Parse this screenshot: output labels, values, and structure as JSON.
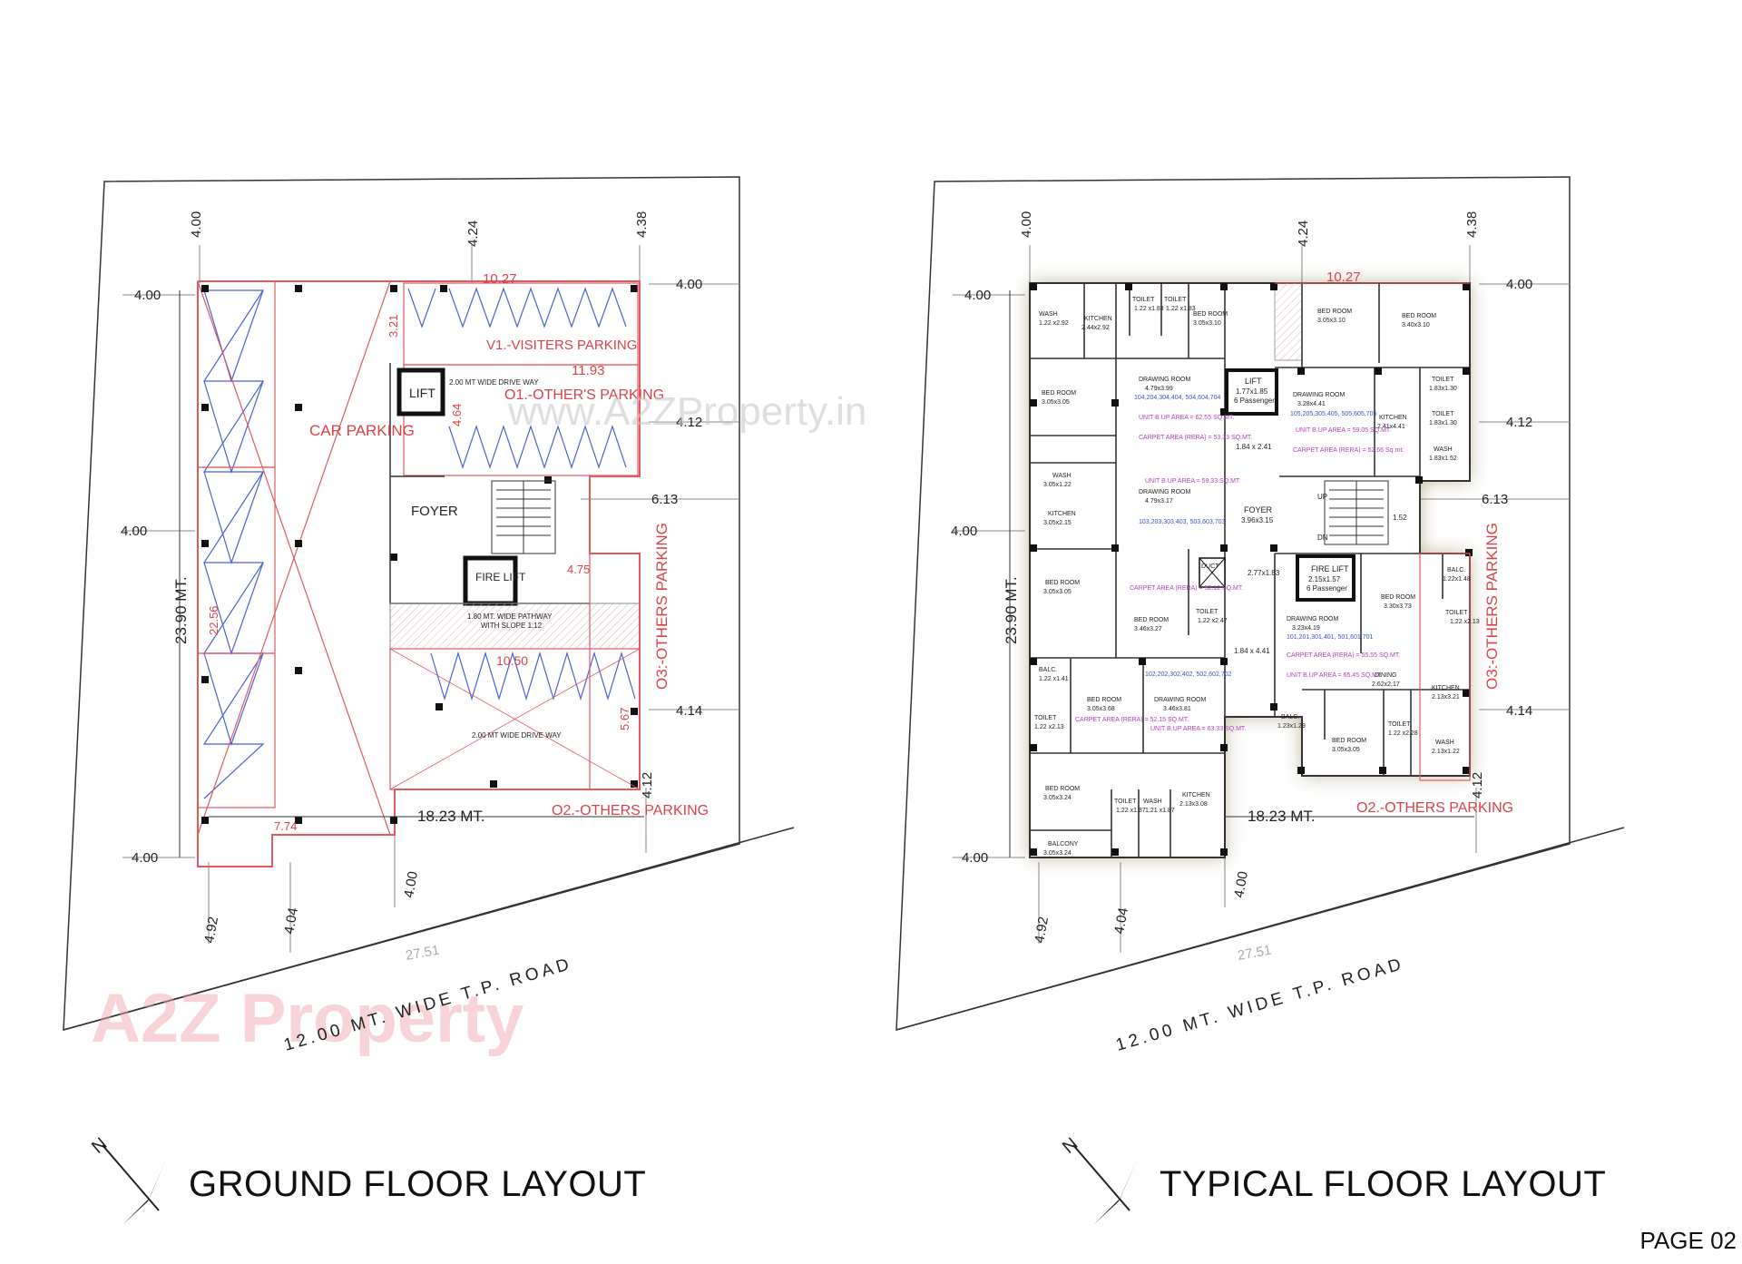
{
  "watermark": {
    "site": "www.A2ZProperty.in",
    "brand": "A2Z Property"
  },
  "road": {
    "label": "12.00 MT. WIDE T.P. ROAD",
    "length": "27.51"
  },
  "page_number": "PAGE 02",
  "ground_floor": {
    "title": "GROUND FLOOR LAYOUT",
    "north_label": "N",
    "depth": "23.90 MT.",
    "width": "18.23 MT.",
    "setbacks": {
      "top_left": "4.00",
      "top_mid": "4.24",
      "top_right": "4.38",
      "left_top": "4.00",
      "left_mid": "4.00",
      "left_bottom": "4.00",
      "right_top": "4.00",
      "right_2": "4.12",
      "right_3": "6.13",
      "right_4": "4.14",
      "right_5": "4.12",
      "bottom_1": "4.92",
      "bottom_2": "4.04",
      "bottom_3": "4.00"
    },
    "labels": {
      "car_parking": "CAR PARKING",
      "v1": "V1.-VISITERS PARKING",
      "o1": "O1.-OTHER'S PARKING",
      "o2": "O2.-OTHERS PARKING",
      "o3": "O3:-OTHERS PARKING",
      "lift": "LIFT",
      "fire_lift": "FIRE LIFT",
      "foyer": "FOYER",
      "drive_top": "2.00 MT WIDE DRIVE WAY",
      "drive_bottom": "2.00 MT WIDE DRIVE WAY",
      "pathway": "1.80 MT. WIDE PATHWAY",
      "slope": "WITH SLOPE 1:12",
      "dim_1027": "10.27",
      "dim_1193": "11.93",
      "dim_321": "3.21",
      "dim_464": "4.64",
      "dim_2256": "22.56",
      "dim_475": "4.75",
      "dim_1050": "10.50",
      "dim_567": "5.67",
      "dim_774": "7.74"
    }
  },
  "typical_floor": {
    "title": "TYPICAL FLOOR LAYOUT",
    "north_label": "N",
    "depth": "23.90 MT.",
    "width": "18.23 MT.",
    "setbacks": {
      "top_left": "4.00",
      "top_mid": "4.24",
      "top_right": "4.38",
      "left_top": "4.00",
      "left_mid": "4.00",
      "left_bottom": "4.00",
      "right_top": "4.00",
      "right_2": "4.12",
      "right_3": "6.13",
      "right_4": "4.14",
      "right_5": "4.12",
      "bottom_1": "4.92",
      "bottom_2": "4.04",
      "bottom_3": "4.00"
    },
    "labels": {
      "o2": "O2.-OTHERS PARKING",
      "o3": "O3:-OTHERS PARKING",
      "dim_1027": "10.27",
      "lift": "LIFT",
      "lift_dim": "1.77x1.85",
      "passenger": "6 Passenger",
      "fire_lift": "FIRE LIFT",
      "fire_lift_dim": "2.15x1.57",
      "fire_passenger": "6 Passenger",
      "foyer": "FOYER",
      "foyer_dim": "3.96x3.15",
      "duct": "DUCT",
      "passage_1": "1.84 x 2.41",
      "passage_2": "2.77x1.83",
      "passage_3": "1.84 x 4.41",
      "up": "UP",
      "dn": "DN",
      "dim_152": "1.52"
    },
    "rooms": [
      {
        "name": "WASH",
        "dim": "1.22 x2.92"
      },
      {
        "name": "KITCHEN",
        "dim": "2.44x2.92"
      },
      {
        "name": "TOILET",
        "dim": "1.22 x1.83"
      },
      {
        "name": "TOILET",
        "dim": "1.22 x1.83"
      },
      {
        "name": "BED ROOM",
        "dim": "3.05x3.10"
      },
      {
        "name": "BED ROOM",
        "dim": "3.05x3.10"
      },
      {
        "name": "BED ROOM",
        "dim": "3.40x3.10"
      },
      {
        "name": "BED ROOM",
        "dim": "3.05x3.05"
      },
      {
        "name": "DRAWING ROOM",
        "dim": "4.79x3.99"
      },
      {
        "name": "DRAWING ROOM",
        "dim": "3.28x4.41"
      },
      {
        "name": "KITCHEN",
        "dim": "2.41x4.41"
      },
      {
        "name": "TOILET",
        "dim": "1.83x1.30"
      },
      {
        "name": "TOILET",
        "dim": "1.83x1.30"
      },
      {
        "name": "WASH",
        "dim": "1.83x1.52"
      },
      {
        "name": "WASH",
        "dim": "3.05x1.22"
      },
      {
        "name": "DRAWING ROOM",
        "dim": "4.79x3.17"
      },
      {
        "name": "KITCHEN",
        "dim": "3.05x2.15"
      },
      {
        "name": "BED ROOM",
        "dim": "3.05x3.05"
      },
      {
        "name": "BED ROOM",
        "dim": "3.46x3.27"
      },
      {
        "name": "TOILET",
        "dim": "1.22 x2.47"
      },
      {
        "name": "BED ROOM",
        "dim": "3.30x3.73"
      },
      {
        "name": "BALC.",
        "dim": "1.22x1.48"
      },
      {
        "name": "TOILET",
        "dim": "1.22 x2.13"
      },
      {
        "name": "DRAWING ROOM",
        "dim": "3.23x4.19"
      },
      {
        "name": "DINING",
        "dim": "2.62x2.17"
      },
      {
        "name": "KITCHEN",
        "dim": "2.13x3.21"
      },
      {
        "name": "BALC.",
        "dim": "1.22 x1.41"
      },
      {
        "name": "TOILET",
        "dim": "1.22 x2.13"
      },
      {
        "name": "BED ROOM",
        "dim": "3.05x3.68"
      },
      {
        "name": "DRAWING ROOM",
        "dim": "3.46x3.81"
      },
      {
        "name": "BALC.",
        "dim": "1.23x1.29"
      },
      {
        "name": "BED ROOM",
        "dim": "3.05x3.05"
      },
      {
        "name": "TOILET",
        "dim": "1.22 x2.28"
      },
      {
        "name": "WASH",
        "dim": "2.13x1.22"
      },
      {
        "name": "BED ROOM",
        "dim": "3.05x3.24"
      },
      {
        "name": "TOILET",
        "dim": "1.22 x1.87"
      },
      {
        "name": "WASH",
        "dim": "1.21 x1.87"
      },
      {
        "name": "KITCHEN",
        "dim": "2.13x3.08"
      },
      {
        "name": "BALCONY",
        "dim": "3.05x3.24"
      }
    ],
    "areas": [
      {
        "units": "104,204,304,404, 504,604,704",
        "bup": "UNIT B.UP AREA = 62.55 SQ.MT.",
        "carpet": "CARPET AREA (RERA) = 53.33 SQ.MT."
      },
      {
        "units": "105,205,305,405, 505,605,705",
        "bup": "UNIT B.UP AREA = 59.05 SQ.MT.",
        "carpet": "CARPET AREA (RERA) = 52.66 Sq.mt."
      },
      {
        "units": "103,203,303,403, 503,603,703",
        "bup": "UNIT B.UP AREA = 59.33 SQ.MT.",
        "carpet": "CARPET AREA (RERA) = 52.12 SQ.MT."
      },
      {
        "units": "101,201,301,401, 501,601,701",
        "bup": "UNIT B.UP AREA = 65.45 SQ.MT.",
        "carpet": "CARPET AREA (RERA) = 55.55 SQ.MT."
      },
      {
        "units": "102,202,302,402, 502,602,702",
        "bup": "UNIT B.UP AREA = 63.33 SQ.MT.",
        "carpet": "CARPET AREA (RERA) = 52.15 SQ.MT."
      }
    ]
  }
}
